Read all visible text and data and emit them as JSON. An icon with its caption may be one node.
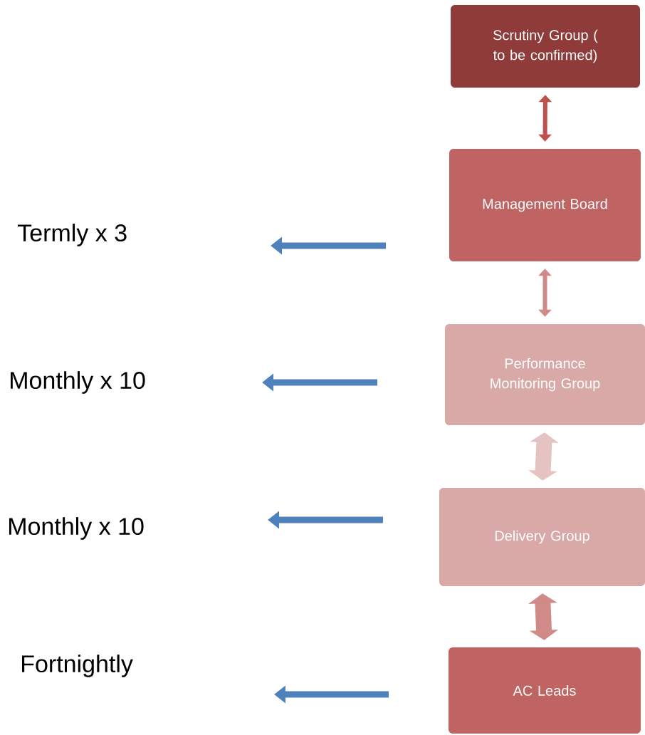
{
  "diagram": {
    "nodes": [
      {
        "text": [
          "Scrutiny Group ( to be confirmed)"
        ]
      },
      {
        "text": [
          "Management Board"
        ]
      },
      {
        "text": [
          "Performance Monitoring Group"
        ]
      },
      {
        "text": [
          "Delivery Group"
        ]
      },
      {
        "text": [
          "AC Leads"
        ]
      }
    ],
    "edges": [
      {
        "from": 0,
        "to": 1,
        "arrow": "both",
        "color": "#c0504d"
      },
      {
        "from": 1,
        "to": 2,
        "arrow": "both",
        "color": "#d08a88"
      },
      {
        "from": 2,
        "to": 3,
        "arrow": "both",
        "style": "thick",
        "color": "#e6c3c3"
      },
      {
        "from": 3,
        "to": 4,
        "arrow": "both",
        "style": "thick",
        "color": "#d08a88"
      }
    ],
    "labels": [
      "Termly x 3",
      "Monthly x 10",
      "Monthly x 10",
      "Fortnightly"
    ]
  }
}
